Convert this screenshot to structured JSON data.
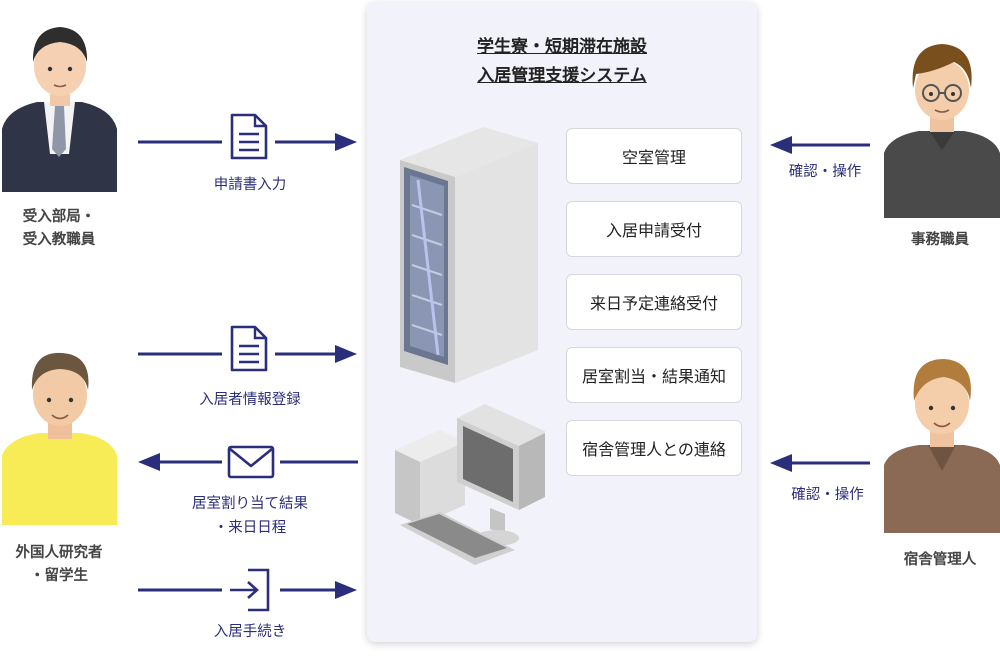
{
  "system": {
    "title_line1": "学生寮・短期滞在施設",
    "title_line2": "入居管理支援システム",
    "functions": [
      "空室管理",
      "入居申請受付",
      "来日予定連絡受付",
      "居室割当・結果通知",
      "宿舎管理人との連絡"
    ]
  },
  "left_actors": [
    {
      "label_line1": "受入部局・",
      "label_line2": "受入教職員",
      "icon": "businessman-avatar"
    },
    {
      "label_line1": "外国人研究者",
      "label_line2": "・留学生",
      "icon": "young-man-avatar"
    }
  ],
  "right_actors": [
    {
      "label": "事務職員",
      "icon": "glasses-man-avatar"
    },
    {
      "label": "宿舎管理人",
      "icon": "manager-avatar"
    }
  ],
  "flows": {
    "application_input": "申請書入力",
    "resident_info": "入居者情報登録",
    "result_line1": "居室割り当て結果",
    "result_line2": "・来日日程",
    "procedure": "入居手続き",
    "confirm_op_staff": "確認・操作",
    "confirm_op_manager": "確認・操作"
  },
  "colors": {
    "arrow": "#2b2e7a",
    "panel": "#f2f2fb"
  }
}
